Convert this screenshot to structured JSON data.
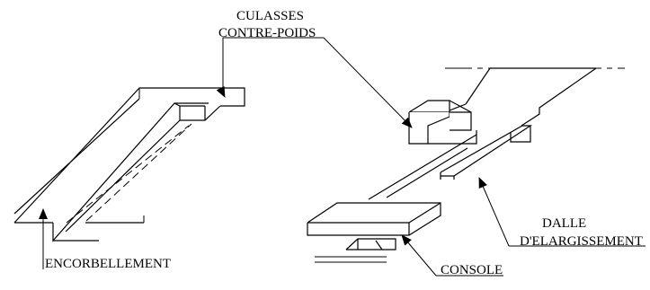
{
  "labels": {
    "culasses": "CULASSES",
    "contre_poids": "CONTRE-POIDS",
    "encorbellement": "ENCORBELLEMENT",
    "console": "CONSOLE",
    "dalle": "DALLE",
    "elargissement": "D'ELARGISSEMENT"
  }
}
